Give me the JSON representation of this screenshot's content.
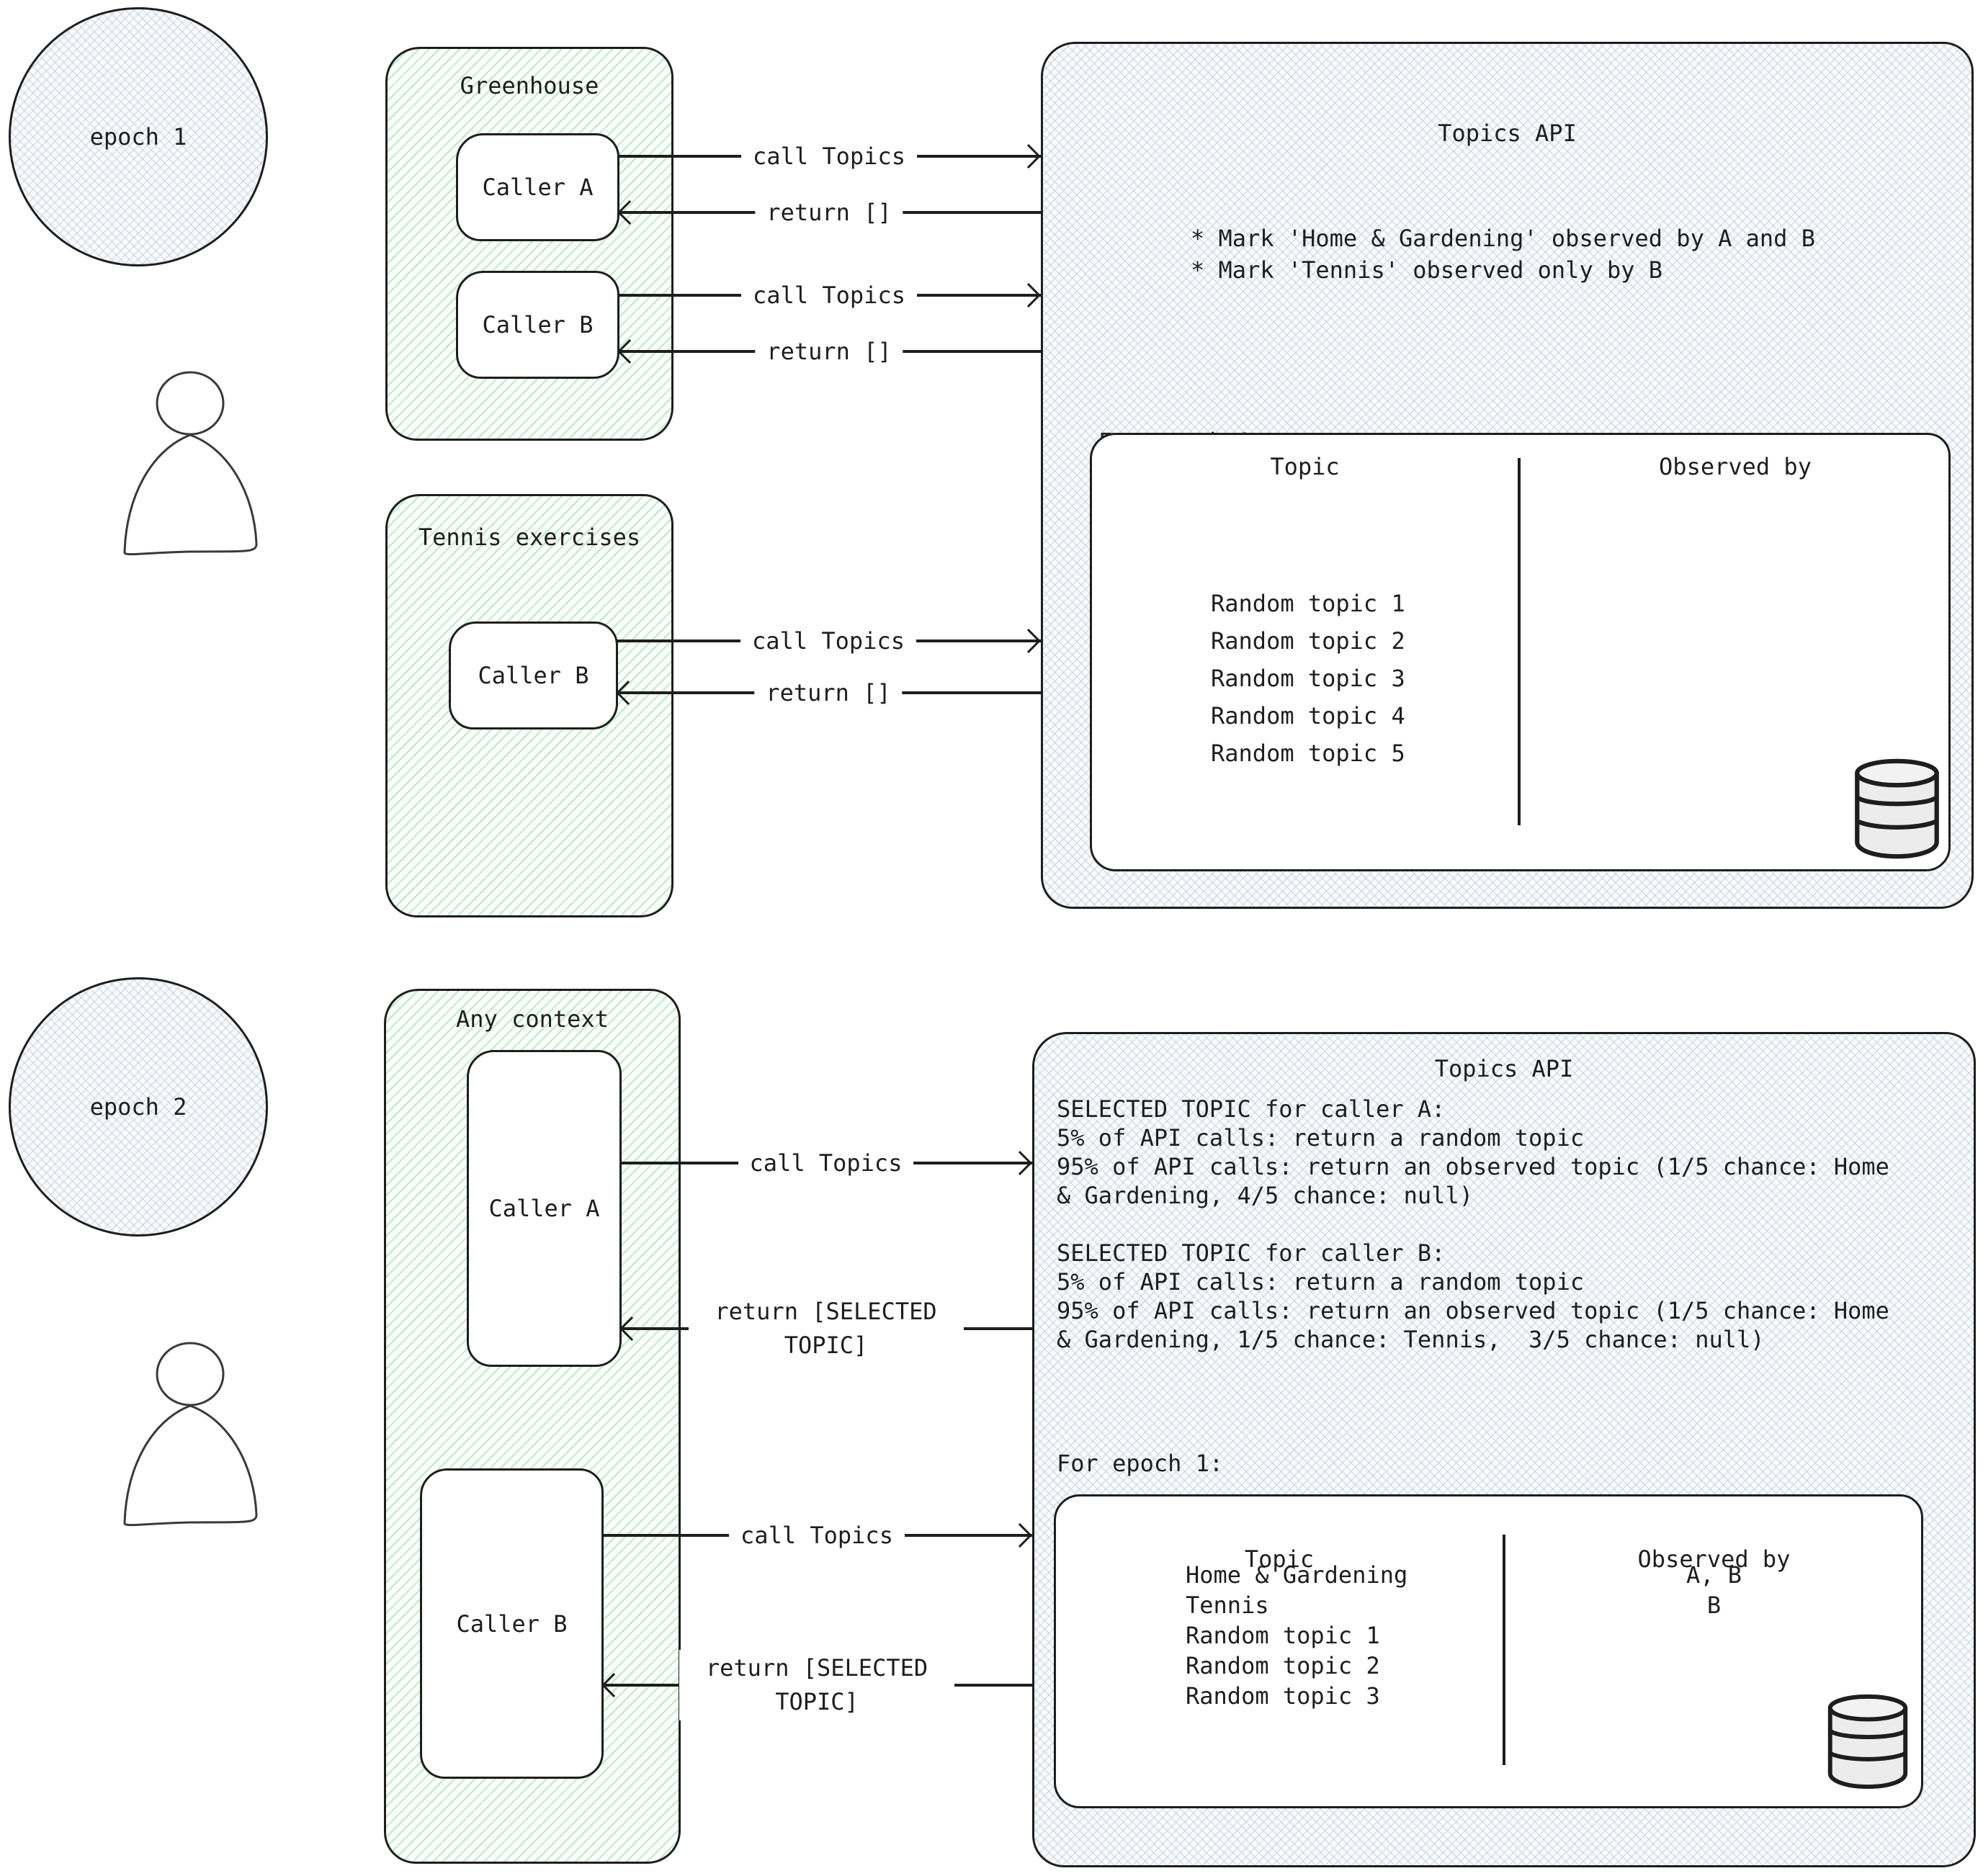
{
  "labels": {
    "call": "call Topics",
    "return_empty": "return []",
    "return_selected": "return [SELECTED TOPIC]"
  },
  "icons": {
    "person": "person-silhouette",
    "database": "database-cylinder"
  },
  "epoch1": {
    "circle": "epoch 1",
    "greenhouse": {
      "title": "Greenhouse",
      "caller_a": "Caller A",
      "caller_b": "Caller B"
    },
    "tennis": {
      "title": "Tennis exercises",
      "caller_b": "Caller B"
    },
    "api": {
      "title": "Topics API",
      "notes": [
        "* Mark 'Home & Gardening' observed by A and B",
        "* Mark 'Tennis' observed only by B"
      ],
      "epoch_label": "For epoch 1:",
      "table": {
        "col_topic": "Topic",
        "col_observed": "Observed by",
        "rows": [
          {
            "topic": "Random topic 1",
            "observed": ""
          },
          {
            "topic": "Random topic 2",
            "observed": ""
          },
          {
            "topic": "Random topic 3",
            "observed": ""
          },
          {
            "topic": "Random topic 4",
            "observed": ""
          },
          {
            "topic": "Random topic 5",
            "observed": ""
          }
        ]
      }
    }
  },
  "epoch2": {
    "circle": "epoch 2",
    "context": {
      "title": "Any context",
      "caller_a": "Caller A",
      "caller_b": "Caller B"
    },
    "api": {
      "title": "Topics API",
      "selection_lines": [
        "SELECTED TOPIC for caller A:",
        "5% of API calls: return a random topic",
        "95% of API calls: return an observed topic (1/5 chance: Home",
        "& Gardening, 4/5 chance: null)",
        "",
        "SELECTED TOPIC for caller B:",
        "5% of API calls: return a random topic",
        "95% of API calls: return an observed topic (1/5 chance: Home",
        "& Gardening, 1/5 chance: Tennis,  3/5 chance: null)"
      ],
      "epoch_label": "For epoch 1:",
      "table": {
        "col_topic": "Topic",
        "col_observed": "Observed by",
        "rows": [
          {
            "topic": "Home & Gardening",
            "observed": "A, B"
          },
          {
            "topic": "Tennis",
            "observed": "B"
          },
          {
            "topic": "Random topic 1",
            "observed": ""
          },
          {
            "topic": "Random topic 2",
            "observed": ""
          },
          {
            "topic": "Random topic 3",
            "observed": ""
          }
        ]
      }
    }
  }
}
